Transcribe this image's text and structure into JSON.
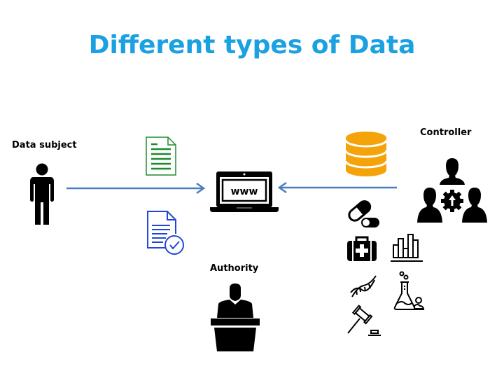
{
  "title": "Different types of Data",
  "labels": {
    "data_subject": "Data subject",
    "controller": "Controller",
    "authority": "Authority"
  },
  "laptop_screen_text": "www",
  "colors": {
    "title": "#1ba1e2",
    "arrow": "#4a7ebb",
    "document_green": "#1e8c2e",
    "document_blue": "#2148d6",
    "database": "#f5a30a"
  },
  "icons": [
    "person-icon",
    "document-icon",
    "document-check-icon",
    "laptop-icon",
    "database-icon",
    "team-gear-icon",
    "pills-icon",
    "medical-kit-icon",
    "bar-chart-icon",
    "dna-icon",
    "flask-icon",
    "gavel-icon",
    "speaker-podium-icon"
  ]
}
